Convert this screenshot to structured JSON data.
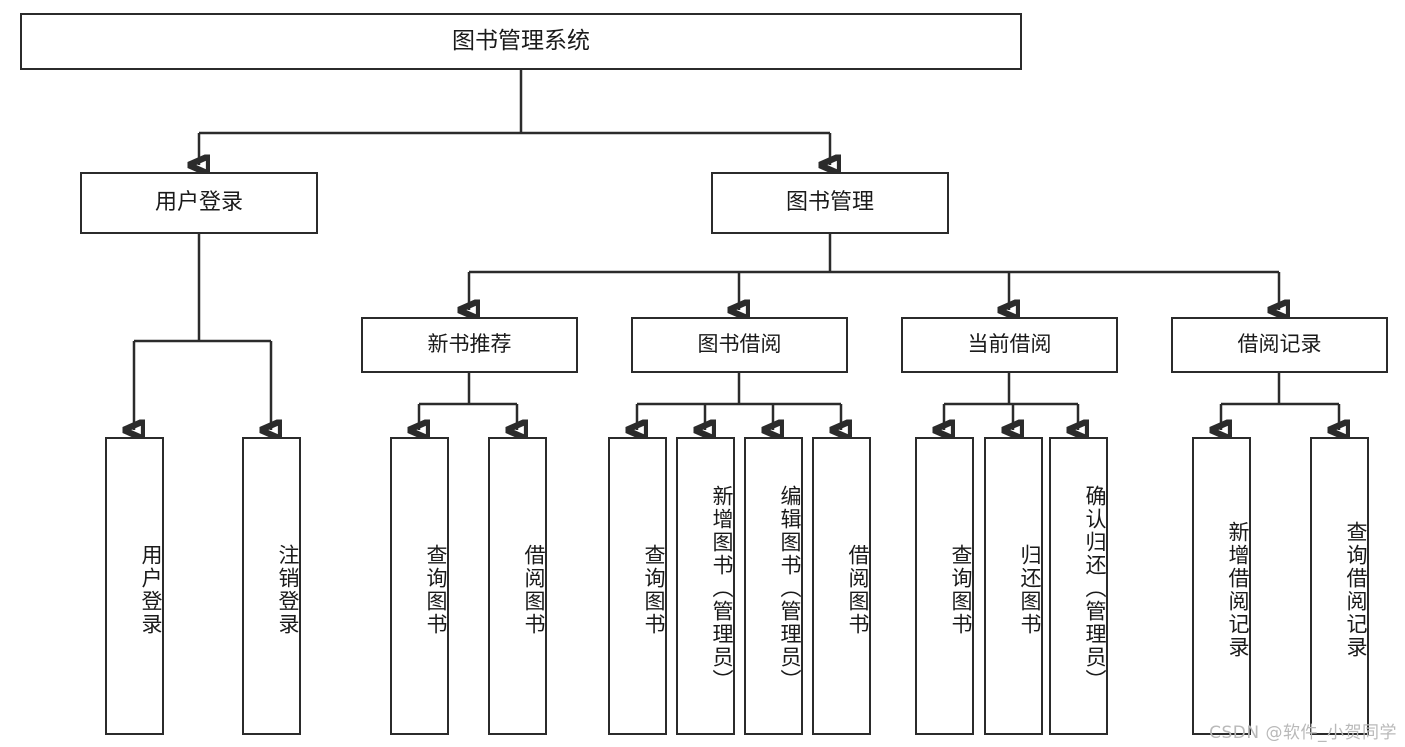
{
  "diagram": {
    "title": "图书管理系统",
    "type": "tree",
    "watermark": "CSDN @软件_小贺同学",
    "colors": {
      "stroke": "#2b2b2b",
      "fill": "#ffffff",
      "text": "#1a1a1a",
      "watermark": "#b9b9b9"
    },
    "root": {
      "label": "图书管理系统"
    },
    "level2": [
      {
        "id": "user-login",
        "label": "用户登录"
      },
      {
        "id": "book-manage",
        "label": "图书管理"
      }
    ],
    "level3": [
      {
        "id": "new-book-recommend",
        "label": "新书推荐",
        "parent": "book-manage"
      },
      {
        "id": "book-borrow",
        "label": "图书借阅",
        "parent": "book-manage"
      },
      {
        "id": "current-borrow",
        "label": "当前借阅",
        "parent": "book-manage"
      },
      {
        "id": "borrow-record",
        "label": "借阅记录",
        "parent": "book-manage"
      }
    ],
    "leaves": [
      {
        "id": "leaf-user-login",
        "label": "用户登录",
        "parent": "user-login"
      },
      {
        "id": "leaf-user-logout",
        "label": "注销登录",
        "parent": "user-login"
      },
      {
        "id": "leaf-query-book-1",
        "label": "查询图书",
        "parent": "new-book-recommend"
      },
      {
        "id": "leaf-borrow-book-1",
        "label": "借阅图书",
        "parent": "new-book-recommend"
      },
      {
        "id": "leaf-query-book-2",
        "label": "查询图书",
        "parent": "book-borrow"
      },
      {
        "id": "leaf-add-book",
        "label": "新增图书（管理员）",
        "parent": "book-borrow"
      },
      {
        "id": "leaf-edit-book",
        "label": "编辑图书（管理员）",
        "parent": "book-borrow"
      },
      {
        "id": "leaf-borrow-book-2",
        "label": "借阅图书",
        "parent": "book-borrow"
      },
      {
        "id": "leaf-query-book-3",
        "label": "查询图书",
        "parent": "current-borrow"
      },
      {
        "id": "leaf-return-book",
        "label": "归还图书",
        "parent": "current-borrow"
      },
      {
        "id": "leaf-confirm-return",
        "label": "确认归还（管理员）",
        "parent": "current-borrow"
      },
      {
        "id": "leaf-add-record",
        "label": "新增借阅记录",
        "parent": "borrow-record"
      },
      {
        "id": "leaf-query-record",
        "label": "查询借阅记录",
        "parent": "borrow-record"
      }
    ]
  }
}
